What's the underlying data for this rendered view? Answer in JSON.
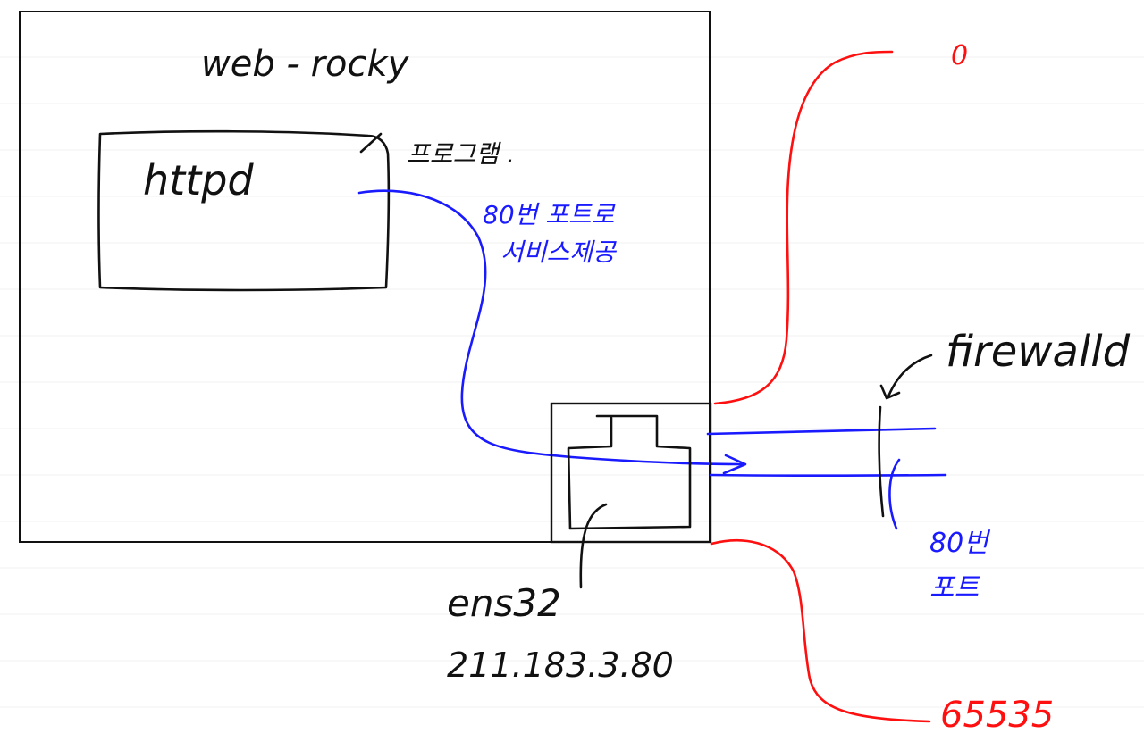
{
  "colors": {
    "ink": "#111111",
    "annotation_blue": "#1a1aff",
    "range_red": "#ff1010",
    "paper": "#ffffff"
  },
  "server": {
    "label": "web - rocky"
  },
  "program": {
    "name": "httpd",
    "note": "프로그램 ."
  },
  "service_note": {
    "line1": "80번 포트로",
    "line2": "서비스제공"
  },
  "nic": {
    "name": "ens32",
    "ip": "211.183.3.80"
  },
  "firewall": {
    "label": "firewalld",
    "port_line1": "80번",
    "port_line2": "포트"
  },
  "port_range": {
    "min": "0",
    "max": "65535"
  }
}
